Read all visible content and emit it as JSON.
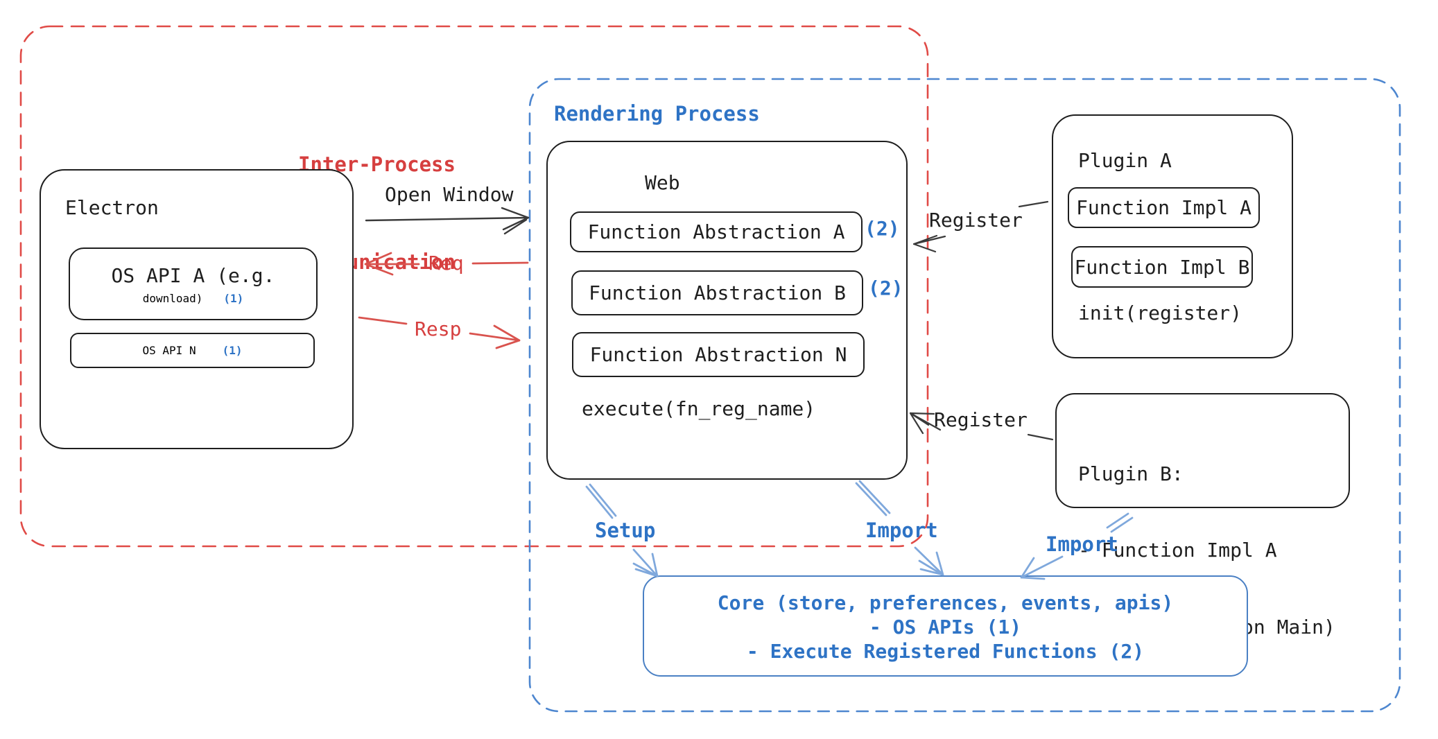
{
  "colors": {
    "ink": "#1e1e1e",
    "red": "#d63f3f",
    "redArrow": "#d9534e",
    "redDash": "#e04a46",
    "blue": "#2e73c5",
    "blueDash": "#4d86cf",
    "blueLight": "#7fa8dc",
    "coreBorder": "#4a80c4"
  },
  "ipc_region": {
    "label_line1": "Inter-Process",
    "label_line2": "Communication"
  },
  "rendering_region": {
    "label": "Rendering Process"
  },
  "electron": {
    "title": "Electron",
    "api_a": {
      "line1": "OS API A (e.g.",
      "line2": "download)",
      "badge": "(1)"
    },
    "api_n": {
      "label": "OS API N",
      "badge": "(1)"
    }
  },
  "web": {
    "title": "Web",
    "fa_a": {
      "label": "Function Abstraction A",
      "badge": "(2)"
    },
    "fa_b": {
      "label": "Function Abstraction B",
      "badge": "(2)"
    },
    "fa_n": {
      "label": "Function Abstraction N"
    },
    "execute": "execute(fn_reg_name)"
  },
  "plugin_a": {
    "title": "Plugin A",
    "impl_a": "Function Impl A",
    "impl_b": "Function Impl B",
    "init": "init(register)"
  },
  "plugin_b": {
    "title": "Plugin B:",
    "item1": "- Function Impl A",
    "item2": "- Module (run on Main)"
  },
  "core": {
    "line1": "Core (store, preferences, events, apis)",
    "line2": "- OS APIs (1)",
    "line3": "- Execute Registered Functions (2)"
  },
  "arrows": {
    "open_window": "Open Window",
    "req": "Req",
    "resp": "Resp",
    "register_top": "Register",
    "register_bottom": "Register",
    "setup": "Setup",
    "import_web": "Import",
    "import_plugin": "Import"
  }
}
